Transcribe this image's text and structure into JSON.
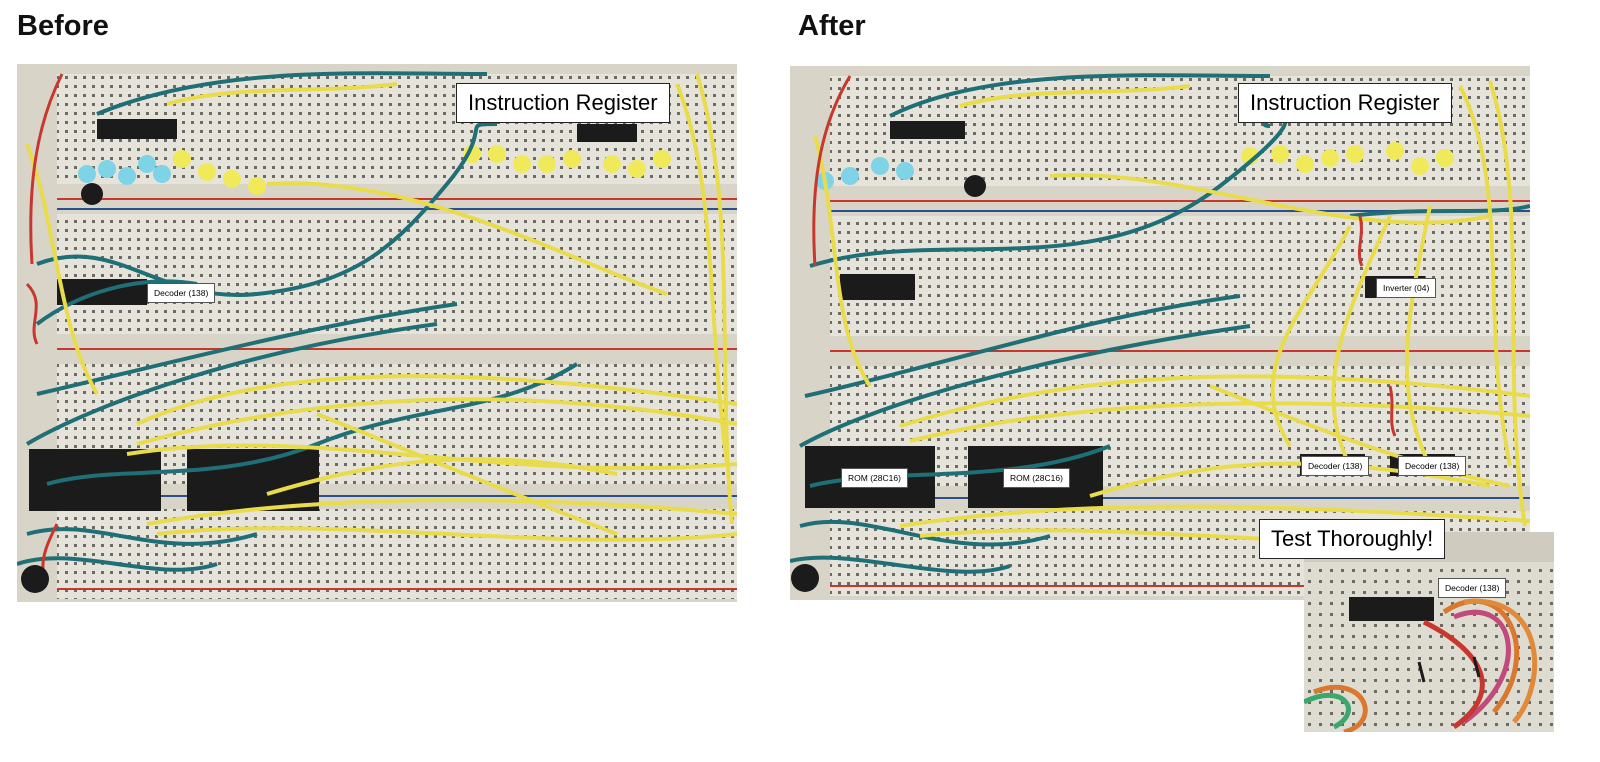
{
  "headings": {
    "before": "Before",
    "after": "After"
  },
  "before_labels": {
    "instruction_register": "Instruction Register",
    "decoder": "Decoder (138)"
  },
  "after_labels": {
    "instruction_register": "Instruction Register",
    "inverter": "Inverter (04)",
    "rom_1": "ROM (28C16)",
    "rom_2": "ROM (28C16)",
    "decoder_1": "Decoder (138)",
    "decoder_2": "Decoder (138)"
  },
  "inset": {
    "caption": "Test Thoroughly!",
    "decoder": "Decoder (138)"
  },
  "colors": {
    "breadboard": "#e6e3da",
    "wire_yellow": "#e9dc4c",
    "wire_teal": "#1f6f76",
    "wire_red": "#c8372d",
    "led_yellow": "#f0ea5a",
    "led_blue": "#7fd3e6",
    "chip": "#1b1b1b"
  }
}
